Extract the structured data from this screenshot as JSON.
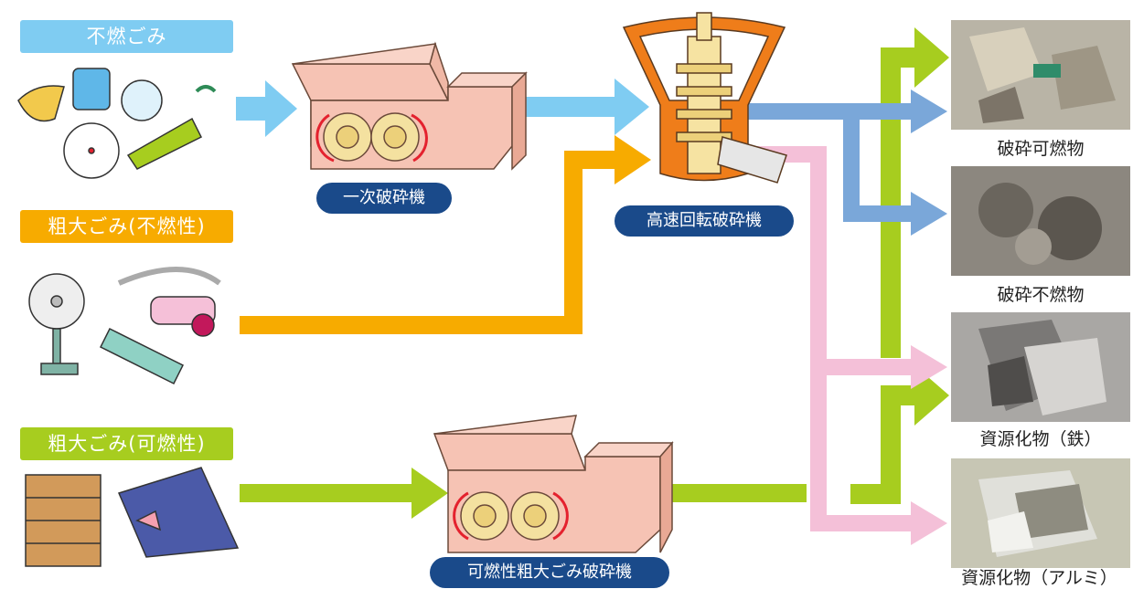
{
  "inputs": {
    "incombustible": {
      "label": "不燃ごみ",
      "color": "#7fccf2"
    },
    "bulky_incombustible": {
      "label": "粗大ごみ(不燃性)",
      "color": "#f7ab00"
    },
    "bulky_combustible": {
      "label": "粗大ごみ(可燃性)",
      "color": "#a7cd1f"
    }
  },
  "machines": {
    "primary_crusher": "一次破砕機",
    "high_speed_crusher": "高速回転破砕機",
    "bulky_crusher": "可燃性粗大ごみ破砕機"
  },
  "outputs": [
    {
      "label": "破砕可燃物"
    },
    {
      "label": "破砕不燃物"
    },
    {
      "label": "資源化物（鉄）"
    },
    {
      "label": "資源化物（アルミ）"
    }
  ],
  "colors": {
    "blue_flow": "#7fccf2",
    "orange_flow": "#f7ab00",
    "green_flow": "#a7cd1f",
    "steel_blue_flow": "#7aa7d9",
    "pink_flow": "#f4c0d8",
    "machine_body": "#f6c3b4",
    "pill": "#1a4a8a"
  }
}
